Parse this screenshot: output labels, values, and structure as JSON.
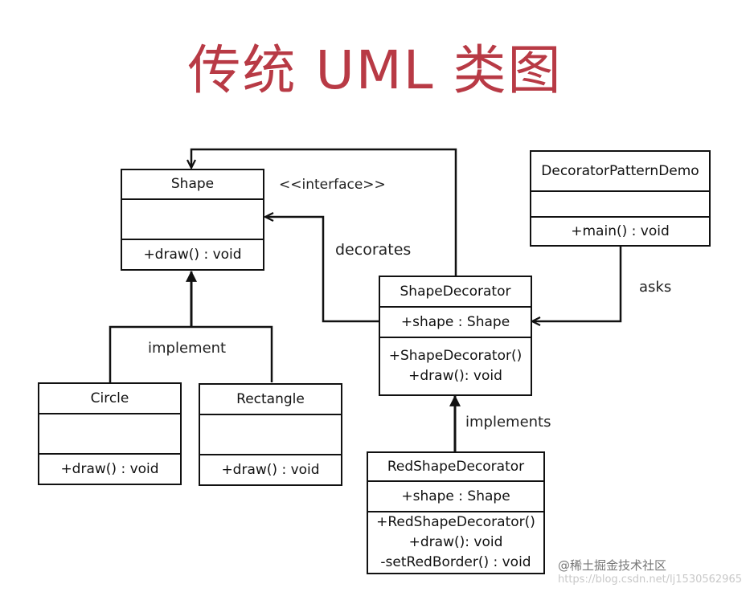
{
  "title": "传统 UML 类图",
  "classes": {
    "shape": {
      "name": "Shape",
      "attributes": "",
      "methods": [
        "+draw() : void"
      ]
    },
    "circle": {
      "name": "Circle",
      "attributes": "",
      "methods": [
        "+draw() : void"
      ]
    },
    "rectangle": {
      "name": "Rectangle",
      "attributes": "",
      "methods": [
        "+draw() : void"
      ]
    },
    "demo": {
      "name": "DecoratorPatternDemo",
      "attributes": "",
      "methods": [
        "+main() : void"
      ]
    },
    "decorator": {
      "name": "ShapeDecorator",
      "attributes": "+shape : Shape",
      "methods": [
        "+ShapeDecorator()",
        "+draw(): void"
      ]
    },
    "red": {
      "name": "RedShapeDecorator",
      "attributes": "+shape : Shape",
      "methods": [
        "+RedShapeDecorator()",
        "+draw(): void",
        "-setRedBorder() : void"
      ]
    }
  },
  "labels": {
    "interface": "<<interface>>",
    "decorates": "decorates",
    "implement": "implement",
    "asks": "asks",
    "implements": "implements"
  },
  "watermark": {
    "brand": "@稀土掘金技术社区",
    "url": "https://blog.csdn.net/lj1530562965"
  },
  "colors": {
    "title": "#b83a45",
    "line": "#111111"
  }
}
